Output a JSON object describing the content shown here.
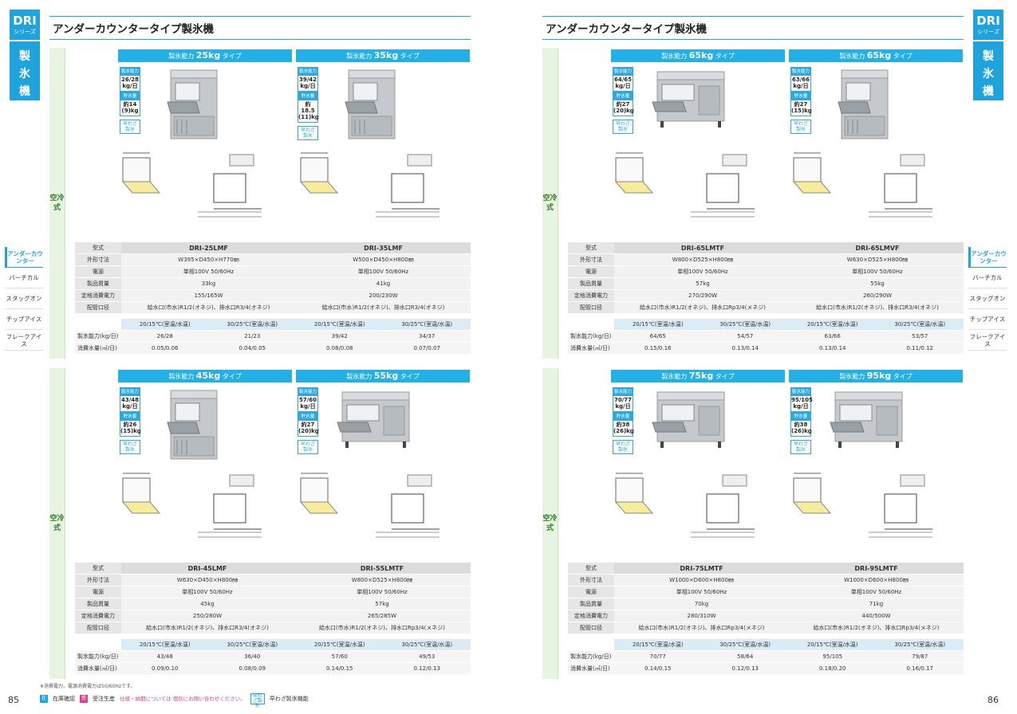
{
  "series_tab": {
    "big": "DRI",
    "small": "シリーズ"
  },
  "category_tab": {
    "line1": "製",
    "line2": "氷",
    "line3": "機"
  },
  "nav": {
    "items": [
      "アンダーカウンター",
      "バーチカル",
      "スタッグオン",
      "チップアイス",
      "フレークアイス"
    ]
  },
  "page_title": "アンダーカウンタータイプ製氷機",
  "side_label": "空冷式",
  "labels": {
    "model": "型式",
    "dims": "外形寸法",
    "power": "電源",
    "weight": "製品質量",
    "rated": "定格消費電力",
    "pipe": "配管口径",
    "cap": "製氷能力(kg/日)",
    "water": "消費水量(㎥/日)",
    "cond1": "20/15℃(室温/水温)",
    "cond2": "30/25℃(室温/水温)",
    "cap_prefix": "製氷能力",
    "cap_suffix": "タイプ",
    "badge1": "製氷能力",
    "badge2": "貯氷量",
    "soft": "早わざ製氷"
  },
  "left": {
    "page_number": "85",
    "sections": [
      {
        "col_a": {
          "cap": "25kg",
          "badge_cap": "26/28 kg/日",
          "badge_store": "約14 (9)kg",
          "model": "DRI-25LMF",
          "dims": "W395×D450×H770㎜",
          "power": "単相100V 50/60Hz",
          "weight": "33kg",
          "rated": "155/165W",
          "pipe": "給水口(市水)R1/2(オネジ)、排水口R3/4(オネジ)",
          "cap1": "26/28",
          "cap2": "21/23",
          "water1": "0.05/0.06",
          "water2": "0.04/0.05"
        },
        "col_b": {
          "cap": "35kg",
          "badge_cap": "39/42 kg/日",
          "badge_store": "約18.5 (11)kg",
          "model": "DRI-35LMF",
          "dims": "W500×D450×H800㎜",
          "power": "単相100V 50/60Hz",
          "weight": "41kg",
          "rated": "200/230W",
          "pipe": "給水口(市水)R1/2(オネジ)、排水口R3/4(オネジ)",
          "cap1": "39/42",
          "cap2": "34/37",
          "water1": "0.08/0.08",
          "water2": "0.07/0.07"
        }
      },
      {
        "col_a": {
          "cap": "45kg",
          "badge_cap": "43/48 kg/日",
          "badge_store": "約26 (15)kg",
          "model": "DRI-45LMF",
          "dims": "W630×D450×H800㎜",
          "power": "単相100V 50/60Hz",
          "weight": "45kg",
          "rated": "250/280W",
          "pipe": "給水口(市水)R1/2(オネジ)、排水口R3/4(オネジ)",
          "cap1": "43/48",
          "cap2": "36/40",
          "water1": "0.09/0.10",
          "water2": "0.08/0.09"
        },
        "col_b": {
          "cap": "55kg",
          "badge_cap": "57/60 kg/日",
          "badge_store": "約27 (20)kg",
          "model": "DRI-55LMTF",
          "dims": "W800×D525×H800㎜",
          "power": "単相100V 50/60Hz",
          "weight": "57kg",
          "rated": "265/285W",
          "pipe": "給水口(市水)R1/2(オネジ)、排水口Rp3/4(メネジ)",
          "cap1": "57/60",
          "cap2": "49/53",
          "water1": "0.14/0.15",
          "water2": "0.12/0.13"
        }
      }
    ],
    "footnote": "※消費電力、電源消費電力は50/60Hzです。",
    "legend": {
      "a_box": "在",
      "a": "在庫確認",
      "b_box": "受",
      "b": "受注生産",
      "pink": "仕様・納期については 個別にお問い合わせください。",
      "c_box": "早わざ製氷",
      "c": "早わざ製氷機能"
    }
  },
  "right": {
    "page_number": "86",
    "sections": [
      {
        "col_a": {
          "cap": "65kg",
          "badge_cap": "64/65 kg/日",
          "badge_store": "約27 (20)kg",
          "model": "DRI-65LMTF",
          "dims": "W800×D525×H800㎜",
          "power": "単相100V 50/60Hz",
          "weight": "57kg",
          "rated": "270/290W",
          "pipe": "給水口(市水)R1/2(オネジ)、排水口Rp3/4(メネジ)",
          "cap1": "64/65",
          "cap2": "54/57",
          "water1": "0.15/0.16",
          "water2": "0.13/0.14"
        },
        "col_b": {
          "cap": "65kg",
          "badge_cap": "63/66 kg/日",
          "badge_store": "約27 (15)kg",
          "model": "DRI-65LMVF",
          "dims": "W630×D525×H800㎜",
          "power": "単相100V 50/60Hz",
          "weight": "55kg",
          "rated": "260/290W",
          "pipe": "給水口(市水)R1/2(オネジ)、排水口R3/4(オネジ)",
          "cap1": "63/66",
          "cap2": "53/57",
          "water1": "0.13/0.14",
          "water2": "0.11/0.12"
        }
      },
      {
        "col_a": {
          "cap": "75kg",
          "badge_cap": "70/77 kg/日",
          "badge_store": "約38 (26)kg",
          "model": "DRI-75LMTF",
          "dims": "W1000×D600×H800㎜",
          "power": "単相100V 50/60Hz",
          "weight": "70kg",
          "rated": "280/310W",
          "pipe": "給水口(市水)R1/2(オネジ)、排水口Rp3/4(メネジ)",
          "cap1": "70/77",
          "cap2": "58/64",
          "water1": "0.14/0.15",
          "water2": "0.12/0.13"
        },
        "col_b": {
          "cap": "95kg",
          "badge_cap": "95/105 kg/日",
          "badge_store": "約38 (26)kg",
          "model": "DRI-95LMTF",
          "dims": "W1000×D600×H800㎜",
          "power": "単相100V 50/60Hz",
          "weight": "71kg",
          "rated": "440/500W",
          "pipe": "給水口(市水)R1/2(オネジ)、排水口Rp3/4(メネジ)",
          "cap1": "95/105",
          "cap2": "79/87",
          "water1": "0.18/0.20",
          "water2": "0.16/0.17"
        }
      }
    ]
  }
}
